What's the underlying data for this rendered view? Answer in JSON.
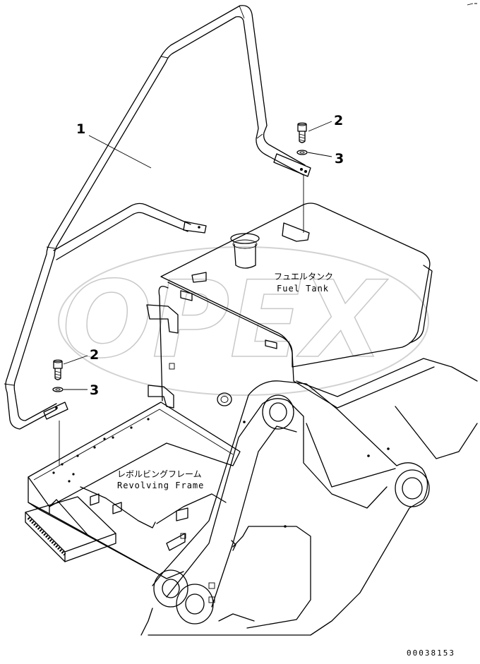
{
  "callouts": [
    {
      "id": "1",
      "label": "1"
    },
    {
      "id": "2a",
      "label": "2"
    },
    {
      "id": "3a",
      "label": "3"
    },
    {
      "id": "2b",
      "label": "2"
    },
    {
      "id": "3b",
      "label": "3"
    }
  ],
  "captions": {
    "fuel_tank_jp": "フュエルタンク",
    "fuel_tank_en": "Fuel Tank",
    "frame_jp": "レボルビングフレーム",
    "frame_en": "Revolving Frame"
  },
  "watermark": "OPEX",
  "doc_number": "00038153"
}
